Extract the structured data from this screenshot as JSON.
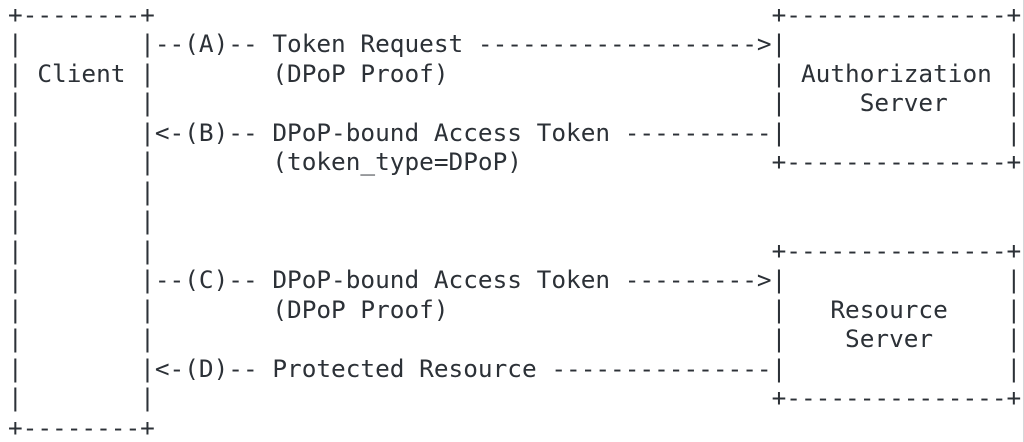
{
  "colors": {
    "background": "#ffffff",
    "text": "#2c3137",
    "right_border": "#d5d7d9"
  },
  "diagram": {
    "lines": [
      "+--------+                                          +---------------+",
      "|        |--(A)-- Token Request ------------------->|               |",
      "| Client |        (DPoP Proof)                      | Authorization |",
      "|        |                                          |     Server    |",
      "|        |<-(B)-- DPoP-bound Access Token ----------|               |",
      "|        |        (token_type=DPoP)                 +---------------+",
      "|        |",
      "|        |",
      "|        |                                          +---------------+",
      "|        |--(C)-- DPoP-bound Access Token --------->|               |",
      "|        |        (DPoP Proof)                      |   Resource    |",
      "|        |                                          |    Server     |",
      "|        |<-(D)-- Protected Resource ---------------|               |",
      "|        |                                          +---------------+",
      "+--------+"
    ],
    "nodes": [
      {
        "label": "Client"
      },
      {
        "label": "Authorization Server"
      },
      {
        "label": "Resource Server"
      }
    ],
    "messages": [
      {
        "step": "A",
        "from": "Client",
        "to": "Authorization Server",
        "label": "Token Request",
        "detail": "(DPoP Proof)"
      },
      {
        "step": "B",
        "from": "Authorization Server",
        "to": "Client",
        "label": "DPoP-bound Access Token",
        "detail": "(token_type=DPoP)"
      },
      {
        "step": "C",
        "from": "Client",
        "to": "Resource Server",
        "label": "DPoP-bound Access Token",
        "detail": "(DPoP Proof)"
      },
      {
        "step": "D",
        "from": "Resource Server",
        "to": "Client",
        "label": "Protected Resource"
      }
    ]
  }
}
